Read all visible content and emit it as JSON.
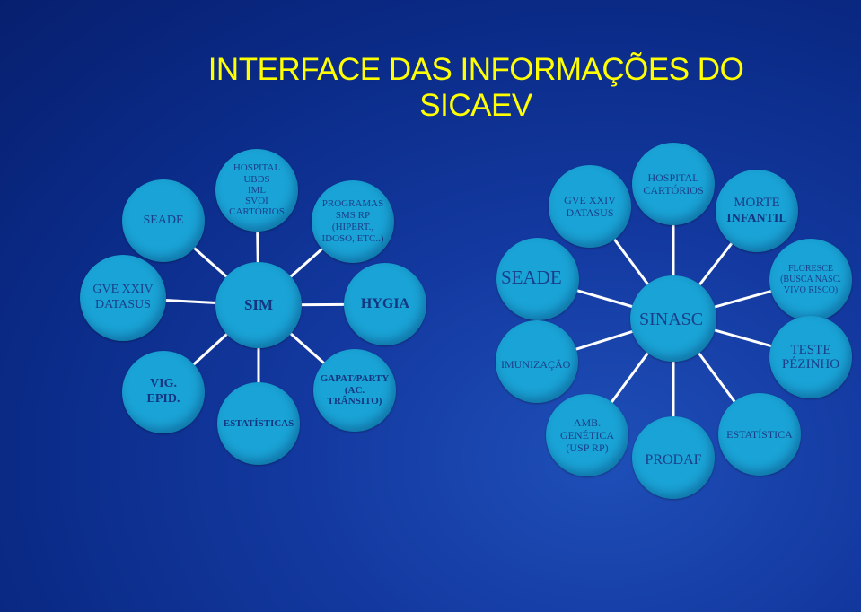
{
  "title": {
    "line1": "INTERFACE DAS INFORMAÇÕES DO",
    "line2": "SICAEV"
  },
  "left_diagram": {
    "center": "SIM",
    "nodes": {
      "seade": "SEADE",
      "hospital": "HOSPITAL\nUBDS\nIML\nSVOI\nCARTÓRIOS",
      "programas": "PROGRAMAS\nSMS RP (HIPERT.,\nIDOSO, ETC..)",
      "gve": "GVE XXIV\nDATASUS",
      "hygia": "HYGIA",
      "vig": "VIG.\nEPID.",
      "estatisticas": "ESTATÍSTICAS",
      "gapat": "GAPAT/PARTY\n(AC. TRÂNSITO)"
    }
  },
  "right_diagram": {
    "center": "SINASC",
    "nodes": {
      "gve": "GVE XXIV\nDATASUS",
      "hospital": "HOSPITAL\nCARTÓRIOS",
      "morte_line1": "MORTE",
      "morte_line2": "INFANTIL",
      "seade": "SEADE",
      "floresce": "FLORESCE\n(BUSCA NASC.\nVIVO RISCO)",
      "imunizacao": "IMUNIZAÇÃO",
      "teste": "TESTE\nPÉZINHO",
      "amb": "AMB.\nGENÉTICA\n(USP RP)",
      "prodaf": "PRODAF",
      "estatistica": "ESTATÍSTICA"
    }
  },
  "colors": {
    "background": "#0a2a86",
    "node_fill": "#1aa3d6",
    "title": "#ffff00",
    "line": "#ffffff"
  }
}
